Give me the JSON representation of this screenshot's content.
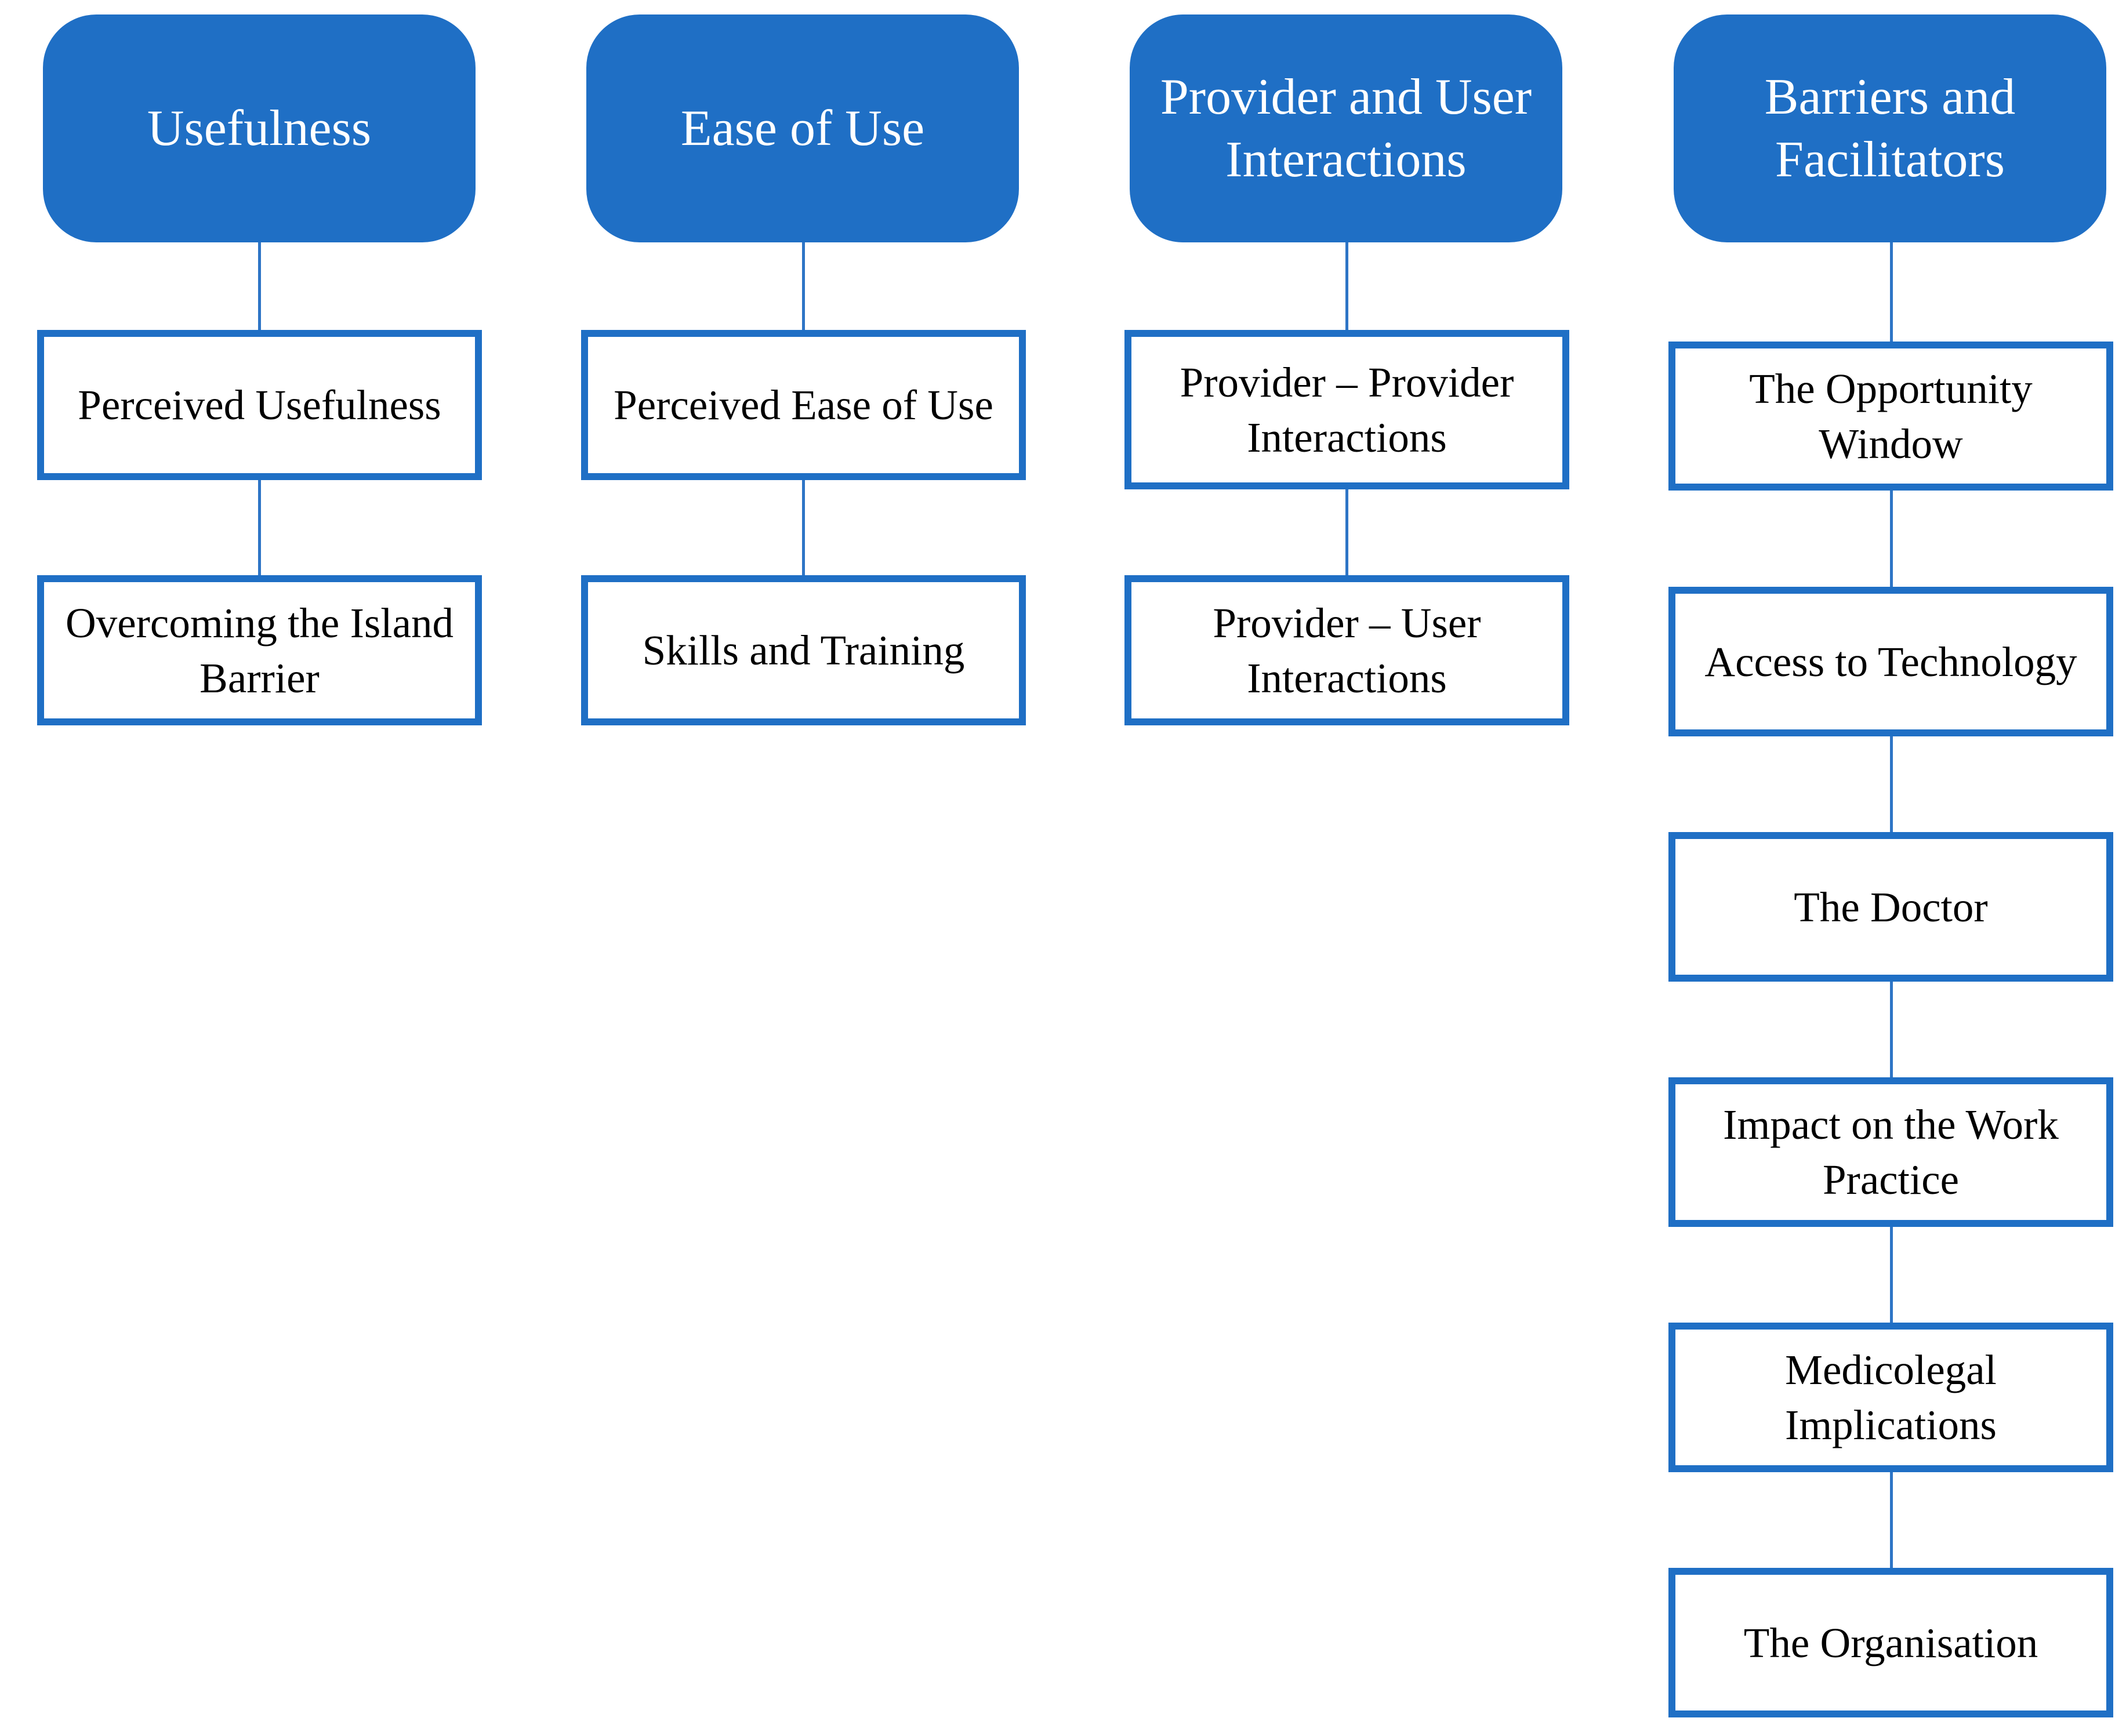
{
  "colors": {
    "theme_fill": "#1F6FC5",
    "sub_border": "#1F6FC5",
    "connector": "#2E75C6"
  },
  "columns": [
    {
      "theme": "Usefulness",
      "subthemes": [
        "Perceived Usefulness",
        "Overcoming the Island Barrier"
      ]
    },
    {
      "theme": "Ease of Use",
      "subthemes": [
        "Perceived Ease of Use",
        "Skills and Training"
      ]
    },
    {
      "theme": "Provider and User Interactions",
      "subthemes": [
        "Provider – Provider Interactions",
        "Provider – User Interactions"
      ]
    },
    {
      "theme": "Barriers and Facilitators",
      "subthemes": [
        "The Opportunity Window",
        "Access to Technology",
        "The Doctor",
        "Impact on the Work Practice",
        "Medicolegal Implications",
        "The Organisation"
      ]
    }
  ]
}
